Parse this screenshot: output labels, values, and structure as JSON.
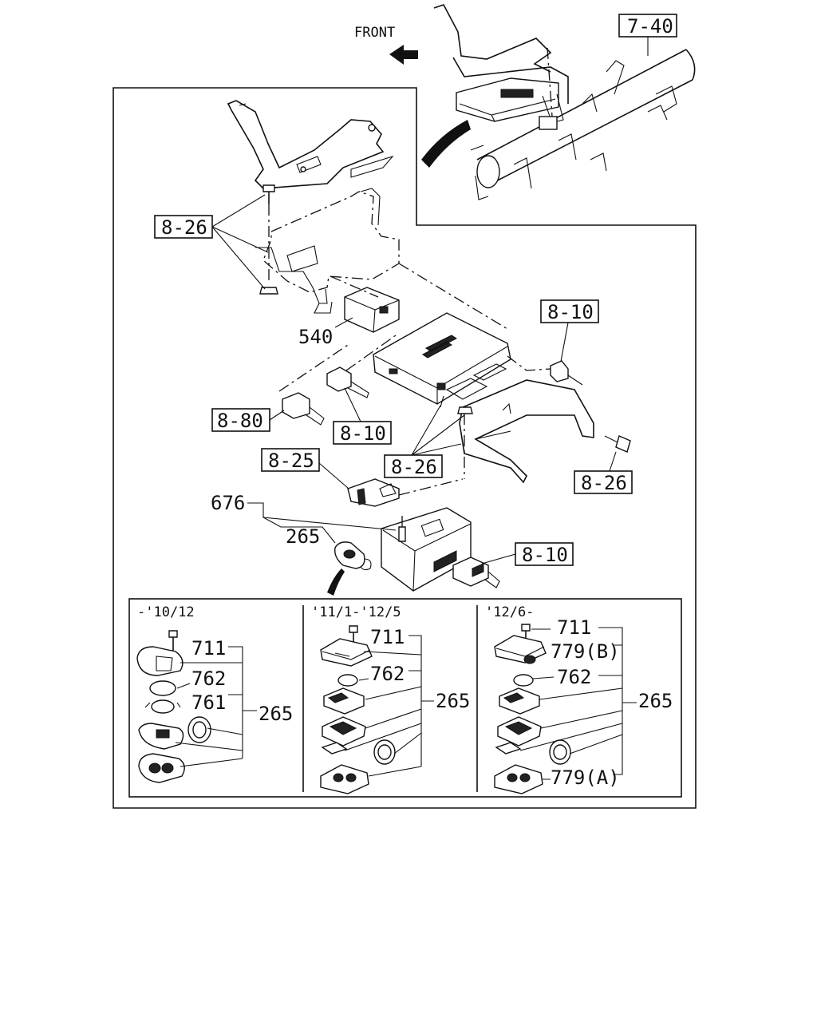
{
  "header": {
    "front_label": "FRONT",
    "ref_top": "7-40"
  },
  "callouts": {
    "bolt_nut_top": "8-26",
    "relay": "540",
    "conn_right_top": "8-10",
    "conn_left": "8-80",
    "conn_mid": "8-10",
    "bracket_bolt": "8-26",
    "bracket_bolt_right": "8-26",
    "bracket_small": "8-25",
    "module": "676",
    "remote": "265",
    "conn_module": "8-10"
  },
  "inset": {
    "panels": [
      {
        "period": "-'10/12",
        "labels": [
          "711",
          "762",
          "761",
          "265"
        ]
      },
      {
        "period": "'11/1-'12/5",
        "labels": [
          "711",
          "762",
          "265"
        ]
      },
      {
        "period": "'12/6-",
        "labels": [
          "711",
          "779(B)",
          "762",
          "265",
          "779(A)"
        ]
      }
    ]
  }
}
